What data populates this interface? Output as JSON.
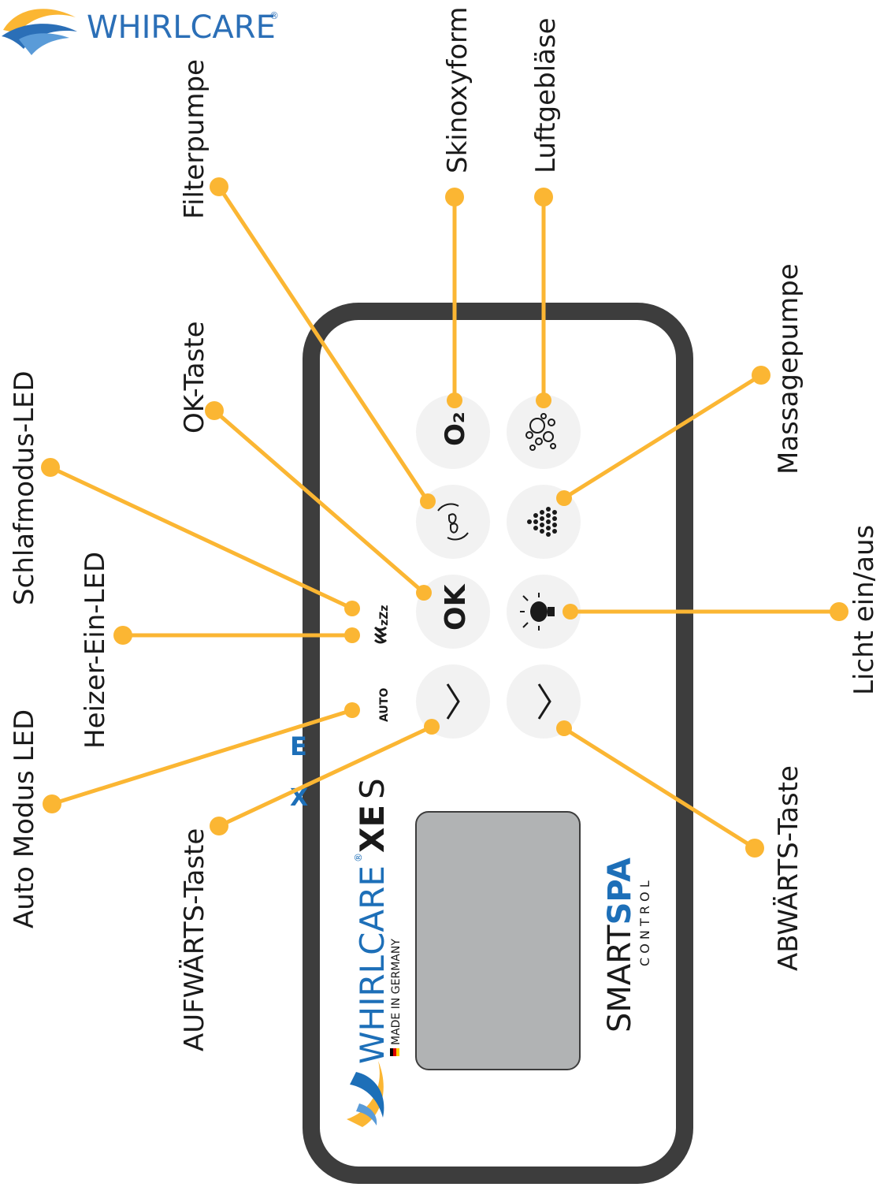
{
  "brand": {
    "name": "WHIRLCARE",
    "registered": "®",
    "color": "#2b6fb7"
  },
  "colors": {
    "accent": "#fbb633",
    "panel_frame": "#3d3d3d",
    "display": "#b1b3b4",
    "button": "#f2f2f2",
    "brand_blue": "#1d6fb8"
  },
  "device": {
    "model_brand": "WHIRLCARE",
    "registered": "®",
    "model_bold": "XE",
    "model_suffix": "S",
    "made_in": "MADE IN GERMANY",
    "smart": "SMART",
    "spa": "SPA",
    "control": "C O N T R O L",
    "overlap_text_1": "E",
    "overlap_text_2": "X",
    "led_auto": "AUTO",
    "led_sleep": "zZz",
    "btn_ok": "OK",
    "btn_o2": "O₂"
  },
  "icons": [
    "whirlcare-logo-icon",
    "oxygen-icon",
    "bubbles-icon",
    "filter-pump-icon",
    "massage-pump-icon",
    "light-bulb-icon",
    "chevron-up-icon",
    "chevron-down-icon",
    "heater-icon",
    "sleep-icon",
    "german-flag-icon"
  ],
  "labels": {
    "skinoxyform": "Skinoxyform",
    "luftgeblaese": "Luftgebläse",
    "filterpumpe": "Filterpumpe",
    "massagepumpe": "Massagepumpe",
    "ok_taste": "OK-Taste",
    "schlafmodus": "Schlafmodus-LED",
    "licht": "Licht ein/aus",
    "heizer": "Heizer-Ein-LED",
    "auto_modus": "Auto Modus LED",
    "aufwaerts": "AUFWÄRTS-Taste",
    "abwaerts": "ABWÄRTS-Taste"
  }
}
